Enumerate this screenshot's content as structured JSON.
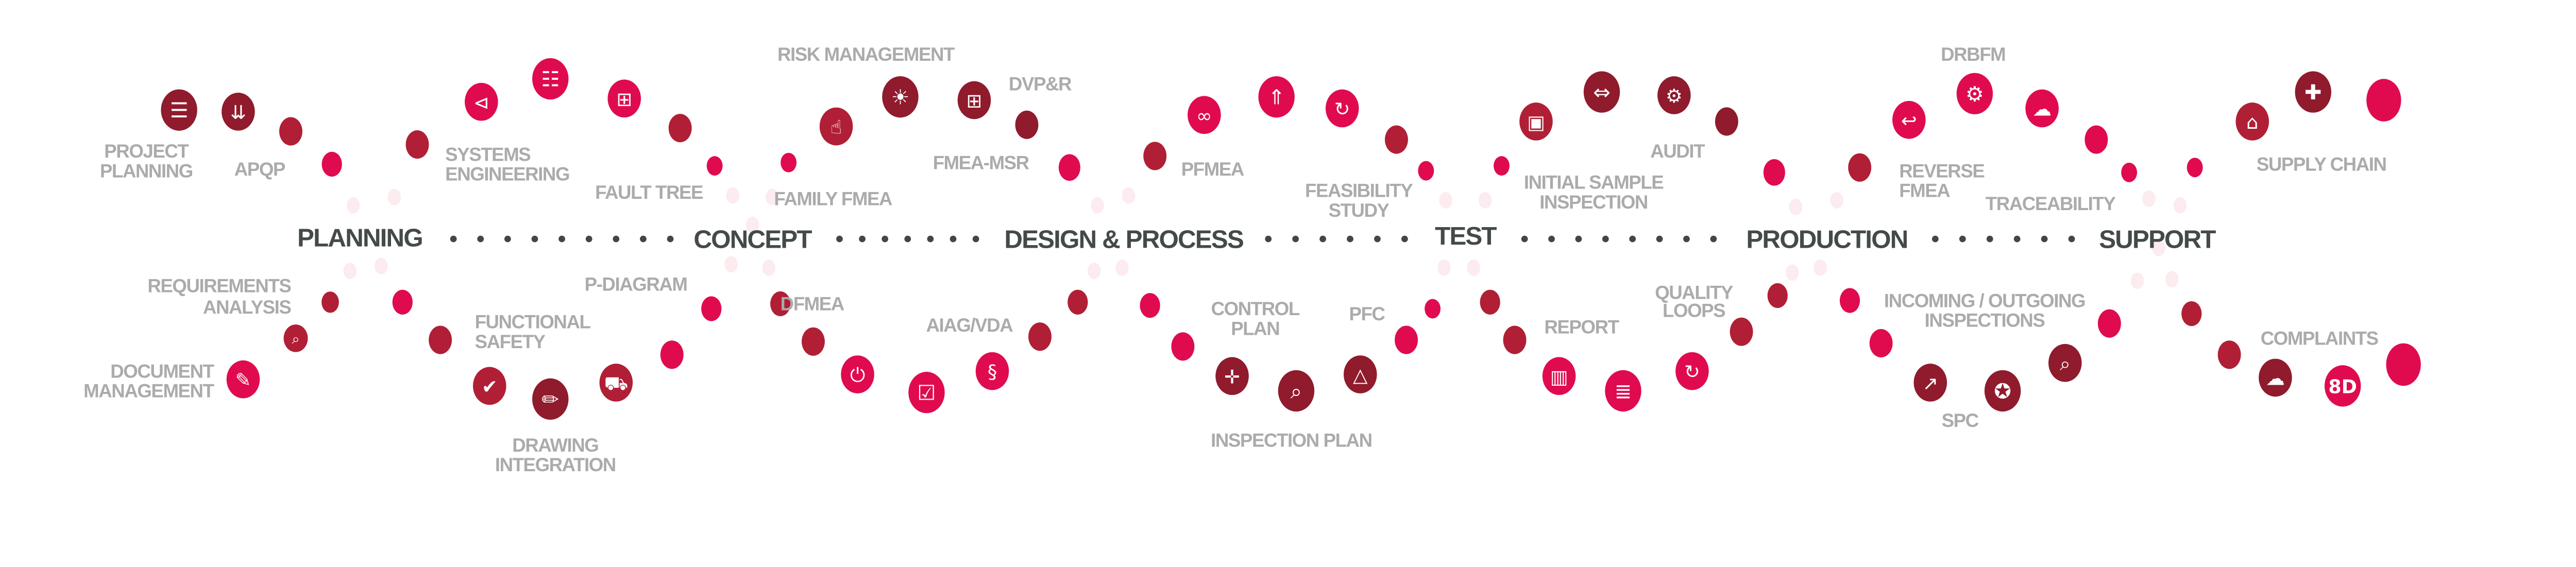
{
  "colors": {
    "pink": "#E00B4F",
    "medium": "#B01F36",
    "dark": "#8F1B2D",
    "faint": "#FCEBEF",
    "phase_dot": "#3F4747",
    "label_gray": "#ABABAB",
    "phase_text": "#444A4A"
  },
  "phases": {
    "planning": "PLANNING",
    "concept": "CONCEPT",
    "design": "DESIGN & PROCESS",
    "test": "TEST",
    "production": "PRODUCTION",
    "support": "SUPPORT"
  },
  "labels": {
    "project_planning": [
      "PROJECT",
      "PLANNING"
    ],
    "apqp": "APQP",
    "systems_engineering": [
      "SYSTEMS",
      "ENGINEERING"
    ],
    "fault_tree": "FAULT TREE",
    "risk_management": "RISK MANAGEMENT",
    "family_fmea": "FAMILY FMEA",
    "dvpr": "DVP&R",
    "fmea_msr": "FMEA-MSR",
    "pfmea": "PFMEA",
    "feasibility_study": [
      "FEASIBILITY",
      "STUDY"
    ],
    "initial_sample_inspection": [
      "INITIAL SAMPLE",
      "INSPECTION"
    ],
    "audit": "AUDIT",
    "drbfm": "DRBFM",
    "reverse_fmea": [
      "REVERSE",
      "FMEA"
    ],
    "traceability": "TRACEABILITY",
    "supply_chain": "SUPPLY CHAIN",
    "requirements_analysis": [
      "REQUIREMENTS",
      "ANALYSIS"
    ],
    "document_management": [
      "DOCUMENT",
      "MANAGEMENT"
    ],
    "functional_safety": [
      "FUNCTIONAL",
      "SAFETY"
    ],
    "drawing_integration": [
      "DRAWING",
      "INTEGRATION"
    ],
    "p_diagram": "P-DIAGRAM",
    "dfmea": "DFMEA",
    "aiag_vda": "AIAG/VDA",
    "control_plan": [
      "CONTROL",
      "PLAN"
    ],
    "pfc": "PFC",
    "inspection_plan": "INSPECTION PLAN",
    "report": "REPORT",
    "quality_loops": [
      "QUALITY",
      "LOOPS"
    ],
    "incoming_outgoing_inspections": [
      "INCOMING / OUTGOING",
      "INSPECTIONS"
    ],
    "spc": "SPC",
    "complaints": "COMPLAINTS"
  },
  "icons": [
    {
      "name": "checklist-icon",
      "glyph": "☰"
    },
    {
      "name": "chevrons-down-icon",
      "glyph": "⇊"
    },
    {
      "name": "share-icon",
      "glyph": "⊲"
    },
    {
      "name": "hierarchy-icon",
      "glyph": "☷"
    },
    {
      "name": "sitemap-icon",
      "glyph": "⊞"
    },
    {
      "name": "thumbs-up-icon",
      "glyph": "☝"
    },
    {
      "name": "lightbulb-icon",
      "glyph": "☀"
    },
    {
      "name": "plus-box-icon",
      "glyph": "⊞"
    },
    {
      "name": "link-icon",
      "glyph": "∞"
    },
    {
      "name": "split-arrow-up-icon",
      "glyph": "⇑"
    },
    {
      "name": "refresh-icon",
      "glyph": "↻"
    },
    {
      "name": "chip-icon",
      "glyph": "▣"
    },
    {
      "name": "arrows-horizontal-icon",
      "glyph": "⇔"
    },
    {
      "name": "gears-icon",
      "glyph": "⚙"
    },
    {
      "name": "undo-icon",
      "glyph": "↩"
    },
    {
      "name": "gear-icon",
      "glyph": "⚙"
    },
    {
      "name": "cloud-people-icon",
      "glyph": "☁"
    },
    {
      "name": "factory-icon",
      "glyph": "⌂"
    },
    {
      "name": "puzzle-icon",
      "glyph": "✚"
    },
    {
      "name": "search-alert-icon",
      "glyph": "⌕"
    },
    {
      "name": "edit-document-icon",
      "glyph": "✎"
    },
    {
      "name": "shield-check-icon",
      "glyph": "✔"
    },
    {
      "name": "pencil-icon",
      "glyph": "✏"
    },
    {
      "name": "car-icon",
      "glyph": "⛟"
    },
    {
      "name": "plug-icon",
      "glyph": "⏻"
    },
    {
      "name": "document-check-icon",
      "glyph": "☑"
    },
    {
      "name": "section-sign-icon",
      "glyph": "§"
    },
    {
      "name": "crosshair-icon",
      "glyph": "✛"
    },
    {
      "name": "magnifier-icon",
      "glyph": "⌕"
    },
    {
      "name": "bell-icon",
      "glyph": "△"
    },
    {
      "name": "bar-chart-icon",
      "glyph": "▥"
    },
    {
      "name": "database-icon",
      "glyph": "≣"
    },
    {
      "name": "cycle-icon",
      "glyph": "↻"
    },
    {
      "name": "external-edit-icon",
      "glyph": "↗"
    },
    {
      "name": "award-icon",
      "glyph": "✪"
    },
    {
      "name": "analysis-icon",
      "glyph": "⌕"
    },
    {
      "name": "cloud-check-icon",
      "glyph": "☁"
    },
    {
      "name": "8d-badge-icon",
      "glyph": "8D"
    }
  ]
}
